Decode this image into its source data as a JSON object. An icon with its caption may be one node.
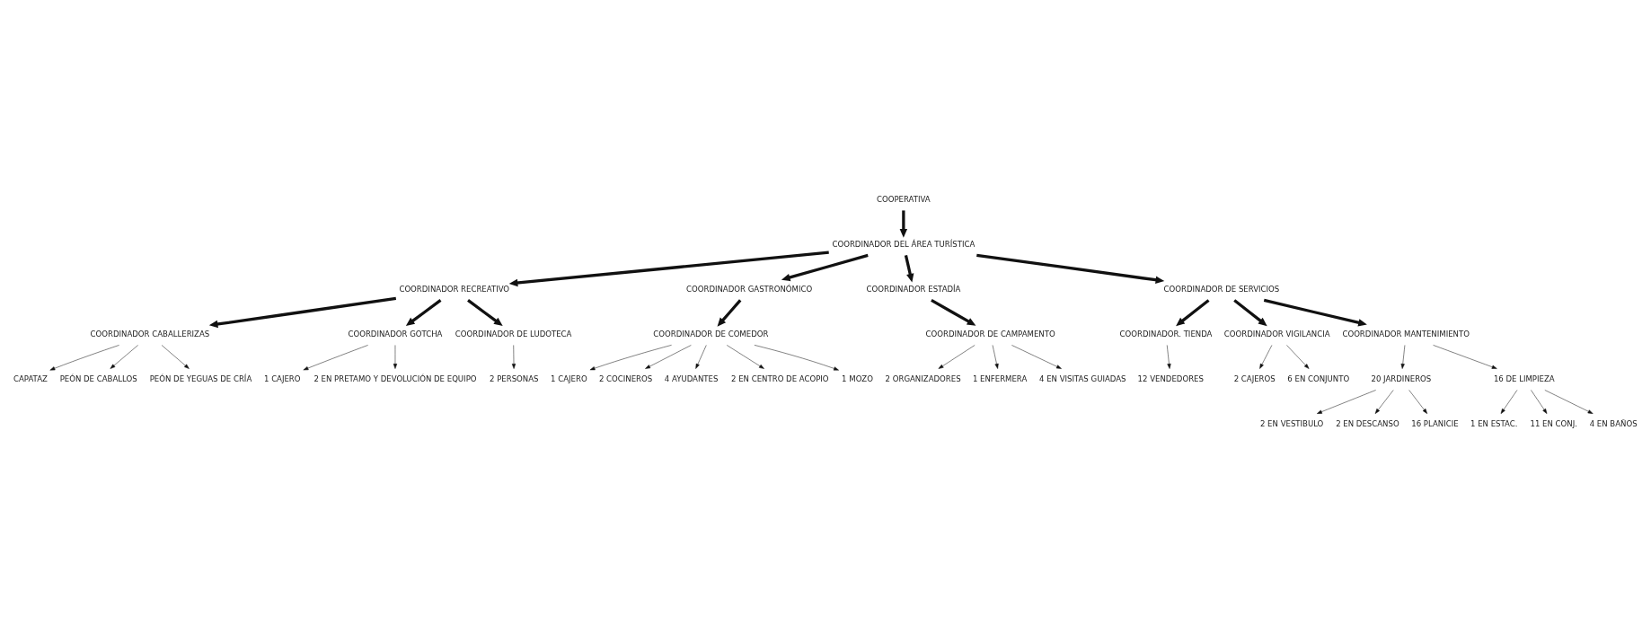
{
  "diagram": {
    "nodes": [
      {
        "text": [
          "COOPERATIVA"
        ]
      },
      {
        "text": [
          "COORDINADOR DEL ÁREA TURÍSTICA"
        ]
      },
      {
        "text": [
          "COORDINADOR RECREATIVO"
        ]
      },
      {
        "text": [
          "COORDINADOR GASTRONÓMICO"
        ]
      },
      {
        "text": [
          "COORDINADOR ESTADÍA"
        ]
      },
      {
        "text": [
          "COORDINADOR DE SERVICIOS"
        ]
      },
      {
        "text": [
          "COORDINADOR CABALLERIZAS"
        ]
      },
      {
        "text": [
          "COORDINADOR GOTCHA"
        ]
      },
      {
        "text": [
          "COORDINADOR DE LUDOTECA"
        ]
      },
      {
        "text": [
          "COORDINADOR DE COMEDOR"
        ]
      },
      {
        "text": [
          "COORDINADOR DE CAMPAMENTO"
        ]
      },
      {
        "text": [
          "COORDINADOR. TIENDA"
        ]
      },
      {
        "text": [
          "COORDINADOR VIGILANCIA"
        ]
      },
      {
        "text": [
          "COORDINADOR MANTENIMIENTO"
        ]
      },
      {
        "text": [
          "CAPATAZ"
        ]
      },
      {
        "text": [
          "PEÓN DE CABALLOS"
        ]
      },
      {
        "text": [
          "PEÓN DE YEGUAS DE CRÍA"
        ]
      },
      {
        "text": [
          "1 CAJERO"
        ]
      },
      {
        "text": [
          "2 EN PRETAMO Y DEVOLUCIÓN DE EQUIPO"
        ]
      },
      {
        "text": [
          "2 PERSONAS"
        ]
      },
      {
        "text": [
          "1 CAJERO"
        ]
      },
      {
        "text": [
          "2 COCINEROS"
        ]
      },
      {
        "text": [
          "4 AYUDANTES"
        ]
      },
      {
        "text": [
          "2 EN CENTRO DE ACOPIO"
        ]
      },
      {
        "text": [
          "1 MOZO"
        ]
      },
      {
        "text": [
          "2 ORGANIZADORES"
        ]
      },
      {
        "text": [
          "1 ENFERMERA"
        ]
      },
      {
        "text": [
          "4 EN VISITAS GUIADAS"
        ]
      },
      {
        "text": [
          "12 VENDEDORES"
        ]
      },
      {
        "text": [
          "2 CAJEROS"
        ]
      },
      {
        "text": [
          "6 EN CONJUNTO"
        ]
      },
      {
        "text": [
          "20 JARDINEROS"
        ]
      },
      {
        "text": [
          "16 DE LIMPIEZA"
        ]
      },
      {
        "text": [
          "2 EN VESTIBULO"
        ]
      },
      {
        "text": [
          "2 EN DESCANSO"
        ]
      },
      {
        "text": [
          "16 PLANICIE"
        ]
      },
      {
        "text": [
          "1 EN ESTAC."
        ]
      },
      {
        "text": [
          "11 EN CONJ."
        ]
      },
      {
        "text": [
          "4 EN BAÑOS"
        ]
      }
    ],
    "edges": [
      {
        "from": 0,
        "to": 1,
        "arrow": "to",
        "style": "thick"
      },
      {
        "from": 1,
        "to": 2,
        "arrow": "to",
        "style": "thick"
      },
      {
        "from": 1,
        "to": 3,
        "arrow": "to",
        "style": "thick"
      },
      {
        "from": 1,
        "to": 4,
        "arrow": "to",
        "style": "thick"
      },
      {
        "from": 1,
        "to": 5,
        "arrow": "to",
        "style": "thick"
      },
      {
        "from": 2,
        "to": 6,
        "arrow": "to",
        "style": "thick"
      },
      {
        "from": 2,
        "to": 7,
        "arrow": "to",
        "style": "thick"
      },
      {
        "from": 2,
        "to": 8,
        "arrow": "to",
        "style": "thick"
      },
      {
        "from": 3,
        "to": 9,
        "arrow": "to",
        "style": "thick"
      },
      {
        "from": 4,
        "to": 10,
        "arrow": "to",
        "style": "thick"
      },
      {
        "from": 5,
        "to": 11,
        "arrow": "to",
        "style": "thick"
      },
      {
        "from": 5,
        "to": 12,
        "arrow": "to",
        "style": "thick"
      },
      {
        "from": 5,
        "to": 13,
        "arrow": "to",
        "style": "thick"
      },
      {
        "from": 6,
        "to": 14,
        "arrow": "to"
      },
      {
        "from": 6,
        "to": 16,
        "arrow": "to"
      },
      {
        "from": 6,
        "to": 15,
        "arrow": "to"
      },
      {
        "from": 7,
        "to": 17,
        "arrow": "to"
      },
      {
        "from": 7,
        "to": 18,
        "arrow": "to"
      },
      {
        "from": 8,
        "to": 19,
        "arrow": "to"
      },
      {
        "from": 9,
        "to": 20,
        "arrow": "to"
      },
      {
        "from": 9,
        "to": 22,
        "arrow": "to"
      },
      {
        "from": 9,
        "to": 24,
        "arrow": "to"
      },
      {
        "from": 9,
        "to": 23,
        "arrow": "to"
      },
      {
        "from": 9,
        "to": 21,
        "arrow": "to"
      },
      {
        "from": 10,
        "to": 27,
        "arrow": "to"
      },
      {
        "from": 10,
        "to": 25,
        "arrow": "to"
      },
      {
        "from": 10,
        "to": 26,
        "arrow": "to"
      },
      {
        "from": 11,
        "to": 28,
        "arrow": "to"
      },
      {
        "from": 12,
        "to": 30,
        "arrow": "to"
      },
      {
        "from": 12,
        "to": 29,
        "arrow": "to"
      },
      {
        "from": 13,
        "to": 31,
        "arrow": "to"
      },
      {
        "from": 13,
        "to": 32,
        "arrow": "to"
      },
      {
        "from": 31,
        "to": 33,
        "arrow": "to"
      },
      {
        "from": 31,
        "to": 35,
        "arrow": "to"
      },
      {
        "from": 31,
        "to": 34,
        "arrow": "to"
      },
      {
        "from": 32,
        "to": 36,
        "arrow": "to"
      },
      {
        "from": 32,
        "to": 37,
        "arrow": "to"
      },
      {
        "from": 32,
        "to": 38,
        "arrow": "to"
      }
    ]
  }
}
